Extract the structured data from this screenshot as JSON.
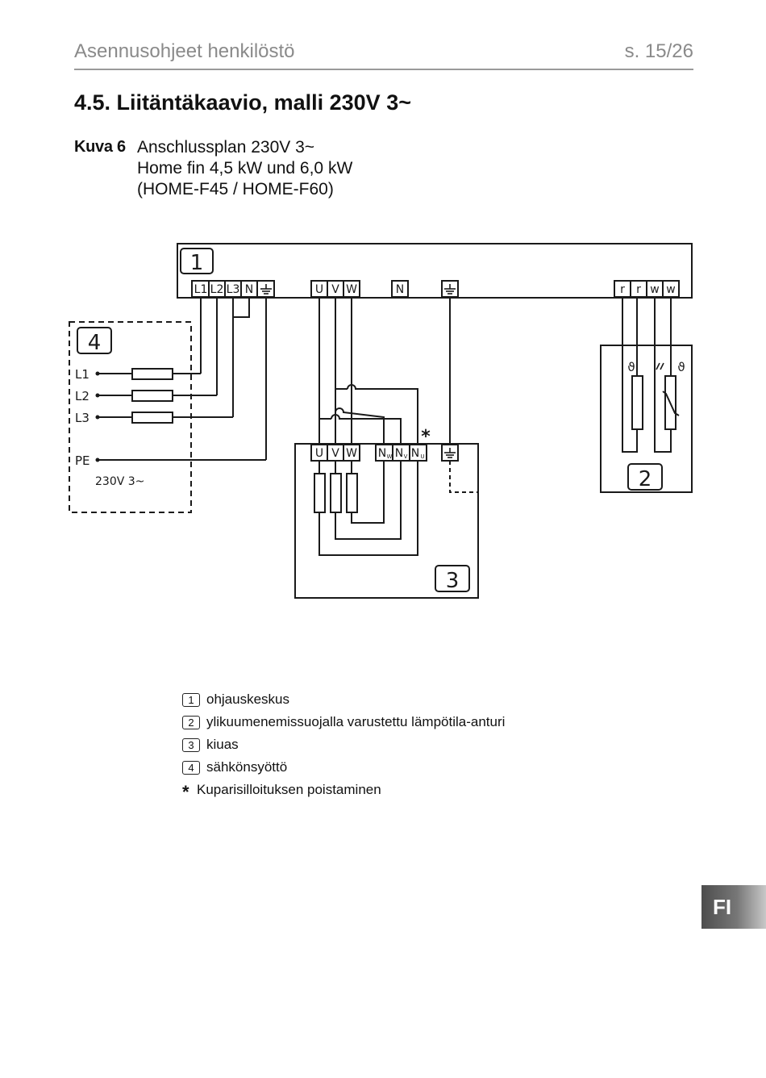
{
  "header": {
    "title": "Asennusohjeet henkilöstö",
    "page": "s. 15/26"
  },
  "section_title": "4.5.  Liitäntäkaavio, malli 230V 3~",
  "caption": {
    "label": "Kuva 6",
    "lines": [
      "Anschlussplan 230V 3~",
      "Home fin 4,5 kW und 6,0 kW",
      "(HOME-F45 / HOME-F60)"
    ]
  },
  "diagram": {
    "unit_labels": {
      "control": "1",
      "sensor": "2",
      "heater": "3",
      "supply": "4"
    },
    "control_terminals": [
      "L1",
      "L2",
      "L3",
      "N",
      "U",
      "V",
      "W",
      "N",
      "r",
      "r",
      "w",
      "w"
    ],
    "heater_terminals": [
      "U",
      "V",
      "W",
      "N",
      "N",
      "N"
    ],
    "heater_terminal_subs": [
      "W",
      "V",
      "U"
    ],
    "supply_labels": [
      "L1",
      "L2",
      "L3",
      "PE"
    ],
    "supply_voltage": "230V 3~",
    "sensor_symbols": [
      "ϑ",
      "ϑ"
    ],
    "jumper_mark": "*"
  },
  "legend": {
    "items": [
      {
        "num": "1",
        "text": "ohjauskeskus"
      },
      {
        "num": "2",
        "text": "ylikuumenemissuojalla varustettu lämpötila-anturi"
      },
      {
        "num": "3",
        "text": "kiuas"
      },
      {
        "num": "4",
        "text": "sähkönsyöttö"
      }
    ],
    "star_symbol": "*",
    "star_text": "Kuparisilloituksen poistaminen"
  },
  "language_tab": "FI"
}
